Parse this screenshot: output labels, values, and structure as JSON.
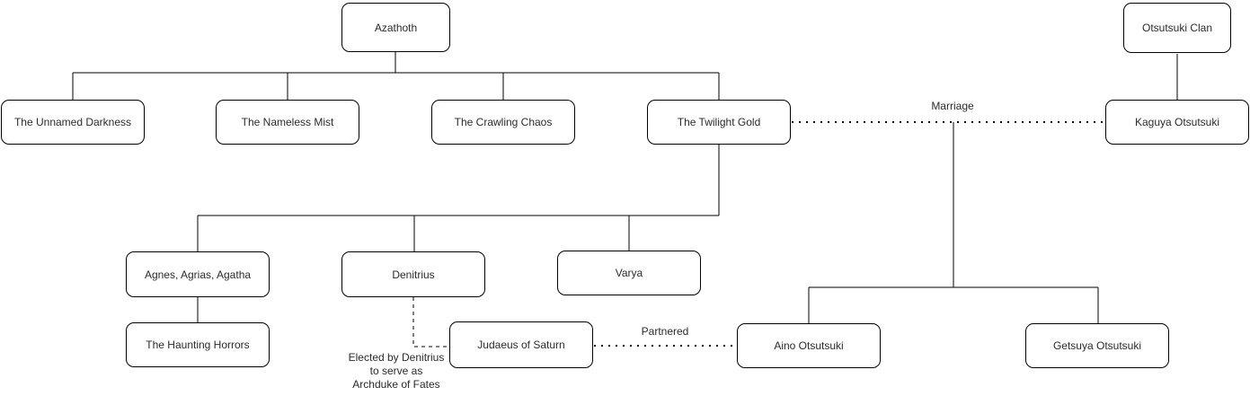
{
  "diagram": {
    "background": "#ffffff",
    "line_color": "#000000",
    "text_color": "#2b2b2b",
    "nodes": {
      "azathoth": {
        "label": "Azathoth"
      },
      "otsutsuki_clan": {
        "label": "Otsutsuki Clan"
      },
      "unnamed_darkness": {
        "label": "The Unnamed Darkness"
      },
      "nameless_mist": {
        "label": "The Nameless Mist"
      },
      "crawling_chaos": {
        "label": "The Crawling Chaos"
      },
      "twilight_gold": {
        "label": "The Twilight Gold"
      },
      "kaguya": {
        "label": "Kaguya Otsutsuki"
      },
      "agnes": {
        "label": "Agnes, Agrias, Agatha"
      },
      "denitrius": {
        "label": "Denitrius"
      },
      "varya": {
        "label": "Varya"
      },
      "haunting_horrors": {
        "label": "The Haunting Horrors"
      },
      "judaeus": {
        "label": "Judaeus of Saturn"
      },
      "aino": {
        "label": "Aino Otsutsuki"
      },
      "getsuya": {
        "label": "Getsuya Otsutsuki"
      }
    },
    "edge_labels": {
      "marriage": "Marriage",
      "partnered": "Partnered",
      "elected": "Elected by Denitrius\nto serve as\nArchduke of Fates"
    }
  }
}
